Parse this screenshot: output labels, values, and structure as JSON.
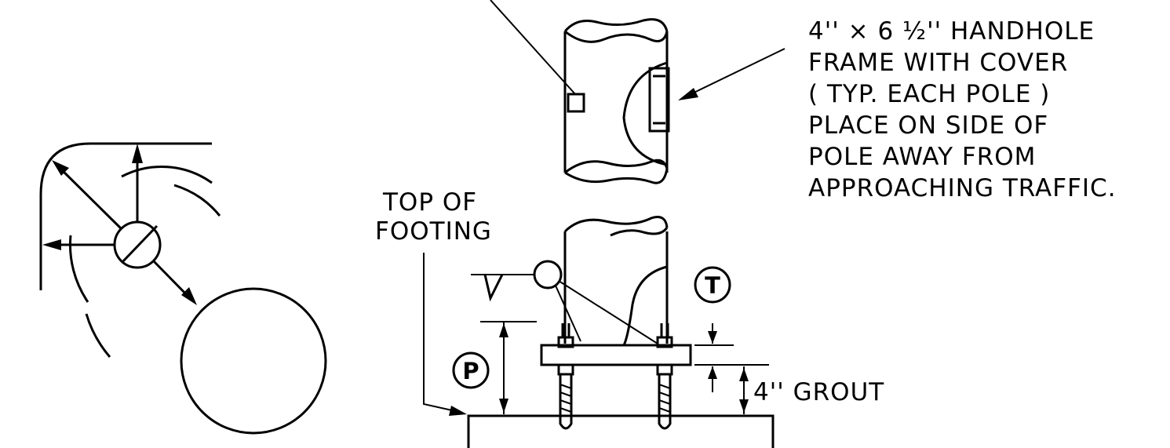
{
  "handhole_note": {
    "line_1": "4'' × 6 ½'' HANDHOLE",
    "line_2": "FRAME WITH COVER",
    "line_3": "( TYP. EACH POLE )",
    "line_4": "PLACE ON SIDE OF",
    "line_5": "POLE AWAY FROM",
    "line_6": "APPROACHING TRAFFIC."
  },
  "footing_note": {
    "line_1": "TOP OF",
    "line_2": "FOOTING"
  },
  "grout_label": "4'' GROUT",
  "callouts": {
    "plate_thickness": "T",
    "projection": "P"
  }
}
